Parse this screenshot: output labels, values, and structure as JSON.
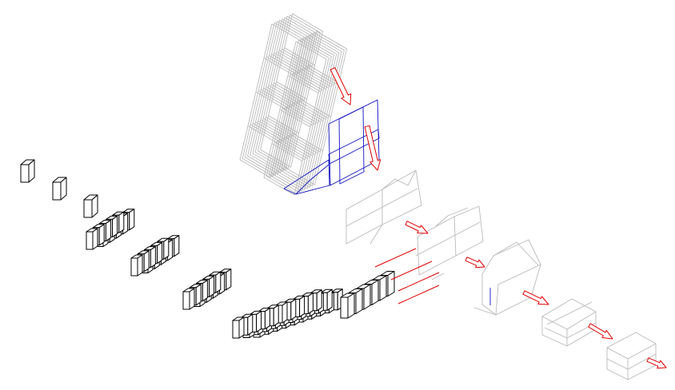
{
  "diagram": {
    "colors": {
      "background": "#ffffff",
      "product_outline": "#000000",
      "carton_grey": "#b9b9b9",
      "active_blank": "#1010c0",
      "motion_arrow": "#e00000"
    },
    "product_feed": {
      "singles": 3,
      "groups": [
        {
          "rows": 2,
          "cols": 5
        },
        {
          "rows": 2,
          "cols": 5
        },
        {
          "rows": 2,
          "cols": 5
        },
        {
          "rows": 3,
          "cols": 10
        }
      ],
      "collated_pack": {
        "rows": 1,
        "cols": 6
      }
    },
    "carton_stages": [
      "blank-magazine",
      "blank-pick",
      "erected-carton",
      "loading",
      "flap-closing",
      "glued-case",
      "finished-case"
    ],
    "arrows": 7
  }
}
